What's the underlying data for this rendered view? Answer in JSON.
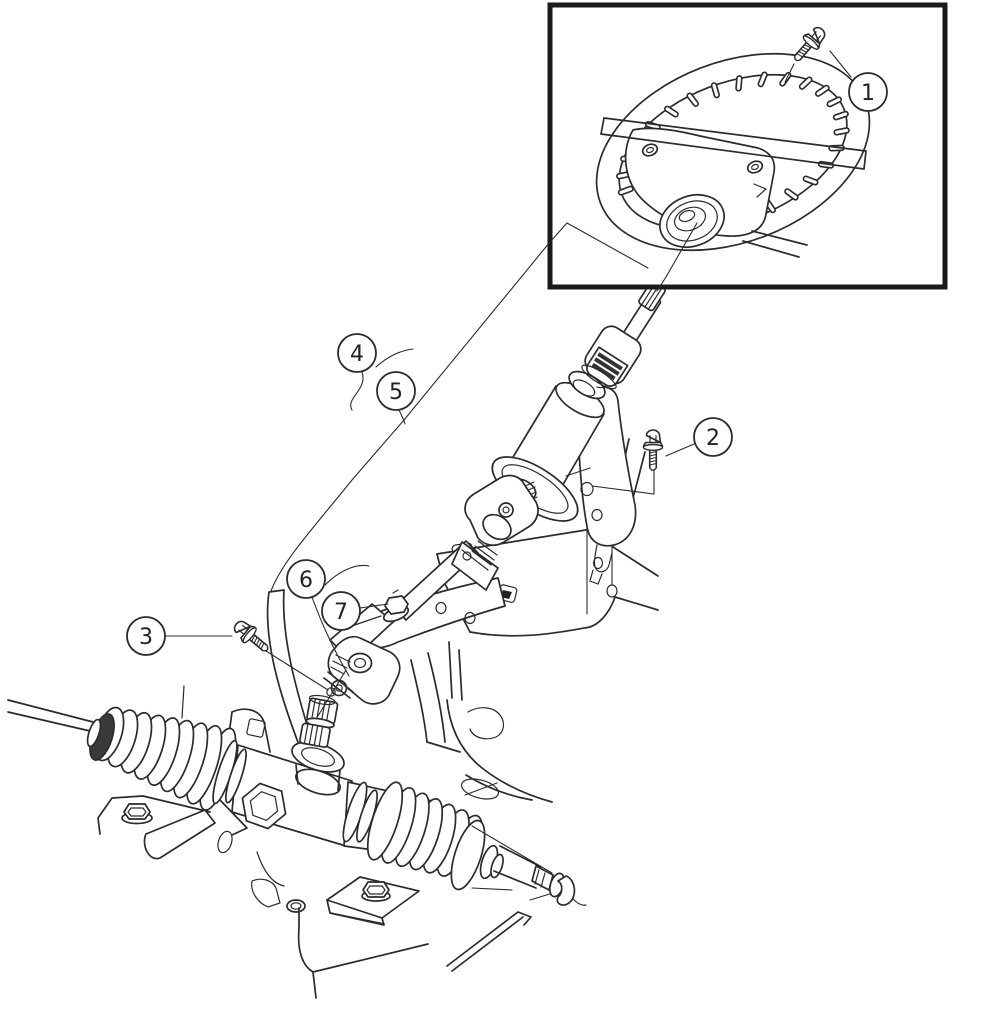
{
  "figure": {
    "background": "#ffffff",
    "ink": "#2b2b2b",
    "inset_border": "#1a1a1a"
  },
  "callouts": {
    "labels": [
      "1",
      "2",
      "3",
      "4",
      "5",
      "6",
      "7"
    ]
  }
}
